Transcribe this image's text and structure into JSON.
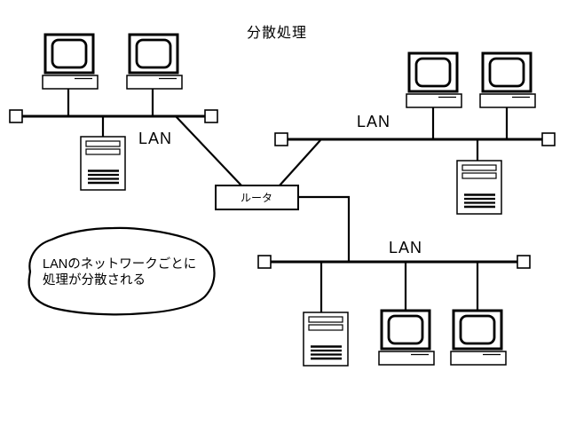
{
  "diagram": {
    "title": "分散処理",
    "router": {
      "label": "ルータ"
    },
    "lans": [
      {
        "id": "lan-top-left",
        "label": "LAN",
        "computers": 2,
        "servers": 1
      },
      {
        "id": "lan-right",
        "label": "LAN",
        "computers": 2,
        "servers": 1
      },
      {
        "id": "lan-bottom",
        "label": "LAN",
        "computers": 2,
        "servers": 1
      }
    ],
    "callout": {
      "lines": [
        "LANのネットワークごとに",
        "処理が分散される"
      ]
    },
    "colors": {
      "line": "#000000",
      "background": "#ffffff"
    }
  }
}
